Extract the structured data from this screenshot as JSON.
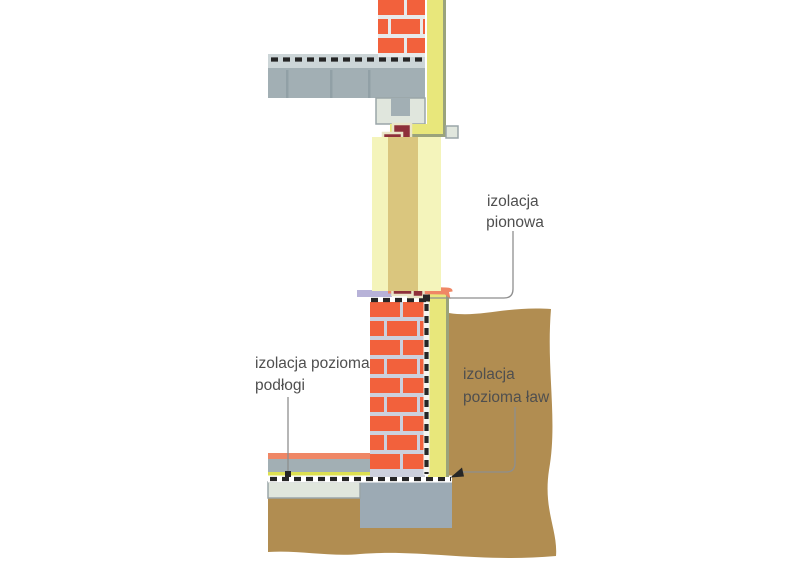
{
  "diagram": {
    "kind": "construction-detail-cross-section",
    "labels": {
      "vertical_insulation": {
        "line1": "izolacja",
        "line2": "pionowa"
      },
      "floor_horizontal_insulation": {
        "line1": "izolacja pozioma",
        "line2": "podłogi"
      },
      "footing_horizontal_insulation": {
        "line1": "izolacja",
        "line2": "pozioma ław"
      }
    },
    "colors": {
      "brick": "#f2613c",
      "mortar_top": "#e7eaeb",
      "mortar_foundation": "#ccd0dd",
      "insulation_yellow": "#e8e77b",
      "insulation_edge": "#9aa37b",
      "floor_insulation_yellow": "#dde052",
      "pale_yellow": "#f4f4bb",
      "tan": "#dac67e",
      "slab_gray": "#a2afb4",
      "slab_joint": "#91a0a6",
      "screed_light": "#ccd5d7",
      "celadon": "#e0e6dd",
      "celadon_outline": "#9aa5a8",
      "footing_gray": "#9caab4",
      "soil_brown": "#b18d51",
      "dark_red": "#8e303a",
      "cream_outline": "#eae5c8",
      "salmon": "#ef8766",
      "lavender": "#b7b2d8",
      "dash": "#262626",
      "leader": "#8e8e8e",
      "text": "#4f4f4f"
    }
  }
}
